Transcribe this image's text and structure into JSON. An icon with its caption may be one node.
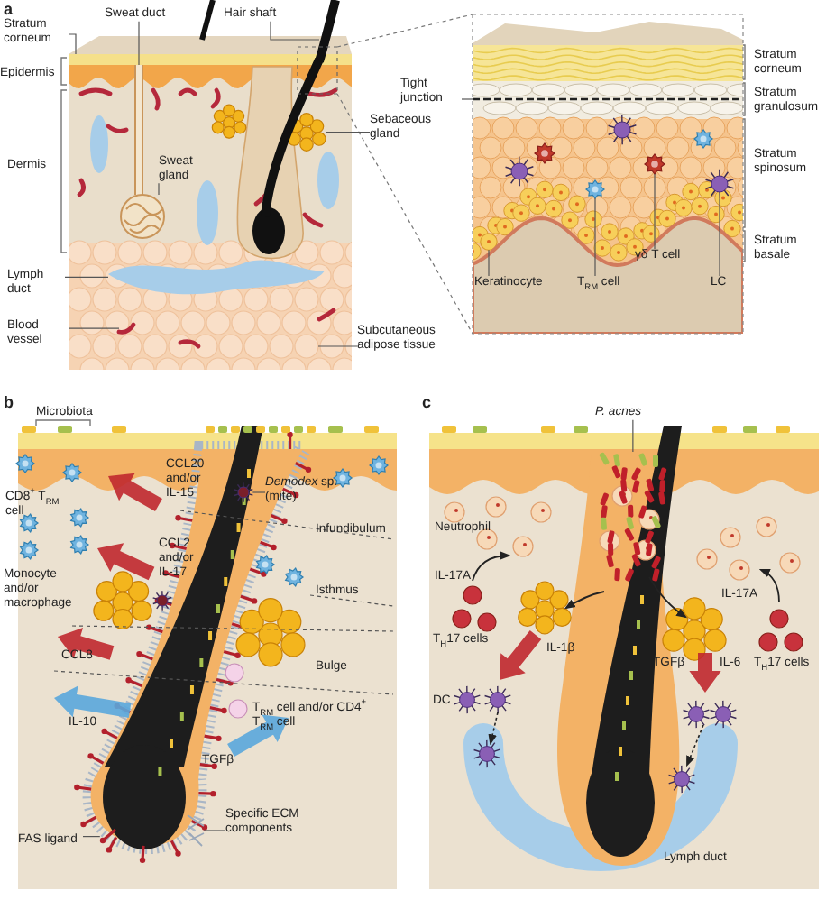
{
  "diagram": {
    "nodes": [
      {
        "text": [
          "Stratum corneum"
        ]
      },
      {
        "text": [
          "Sweat duct"
        ]
      },
      {
        "text": [
          "Hair shaft"
        ]
      },
      {
        "text": [
          "Sebaceous gland"
        ]
      },
      {
        "text": [
          "Sweat gland"
        ]
      },
      {
        "text": [
          "Lymph duct"
        ]
      },
      {
        "text": [
          "Blood vessel"
        ]
      },
      {
        "text": [
          "Subcutaneous adipose tissue"
        ]
      },
      {
        "text": [
          "Tight junction"
        ]
      },
      {
        "text": [
          "Keratinocyte"
        ]
      },
      {
        "text": [
          "T$_{RM}$ cell"
        ]
      },
      {
        "text": [
          "γδ T cell"
        ]
      },
      {
        "text": [
          "LC"
        ]
      },
      {
        "text": [
          "*Demodex* sp. (mite)"
        ]
      },
      {
        "text": [
          "Specific ECM components"
        ]
      },
      {
        "text": [
          "FAS ligand"
        ]
      },
      {
        "text": [
          "P. acnes"
        ]
      },
      {
        "text": [],
        "shape": "bar"
      },
      {
        "text": [],
        "shape": "picture"
      },
      {
        "text": [],
        "shape": "picture"
      },
      {
        "text": [],
        "shape": "picture"
      },
      {
        "text": [],
        "shape": "picture"
      },
      {
        "text": [],
        "shape": "picture"
      },
      {
        "text": [],
        "shape": "picture"
      },
      {
        "text": [],
        "shape": "circle"
      },
      {
        "text": [],
        "shape": "picture"
      },
      {
        "text": [],
        "shape": "circle"
      },
      {
        "text": [],
        "shape": "picture"
      },
      {
        "text": [],
        "shape": "picture"
      },
      {
        "text": [],
        "shape": "picture"
      },
      {
        "text": [],
        "shape": "picture"
      },
      {
        "text": [],
        "shape": "picture"
      },
      {
        "text": [],
        "shape": "picture"
      },
      {
        "text": [],
        "shape": "picture"
      }
    ],
    "edges": [
      {
        "from": 0,
        "to": 17,
        "arrow": "none"
      },
      {
        "from": 1,
        "to": 18,
        "arrow": "none"
      },
      {
        "from": 2,
        "to": 19,
        "arrow": "none"
      },
      {
        "from": 3,
        "to": 20,
        "arrow": "none"
      },
      {
        "from": 4,
        "to": 21,
        "arrow": "none"
      },
      {
        "from": 5,
        "to": 22,
        "arrow": "none"
      },
      {
        "from": 6,
        "to": 23,
        "arrow": "none"
      },
      {
        "from": 7,
        "to": 24,
        "arrow": "none"
      },
      {
        "from": 8,
        "to": 25,
        "arrow": "none"
      },
      {
        "from": 9,
        "to": 26,
        "arrow": "none"
      },
      {
        "from": 10,
        "to": 27,
        "arrow": "none"
      },
      {
        "from": 11,
        "to": 28,
        "arrow": "none"
      },
      {
        "from": 12,
        "to": 29,
        "arrow": "none"
      },
      {
        "from": 13,
        "to": 30,
        "arrow": "none"
      },
      {
        "from": 14,
        "to": 31,
        "arrow": "none"
      },
      {
        "from": 15,
        "to": 32,
        "arrow": "none"
      },
      {
        "from": 16,
        "to": 33,
        "arrow": "none"
      }
    ],
    "labels": [
      "a",
      "Epidermis",
      "Dermis",
      "Stratum corneum",
      "Stratum granulosum",
      "Stratum spinosum",
      "Stratum basale",
      "b",
      "Microbiota",
      "CD8$^{+}$ T$_{RM}$ cell",
      "CCL20 and/or IL-15",
      "CCL2 and/or IL-17",
      "Monocyte and/or macrophage",
      "Infundibulum",
      "Isthmus",
      "CCL8",
      "Bulge",
      "IL-10",
      "T$_{RM}$ cell and/or CD4$^{+}$ T$_{RM}$ cell",
      "TGFβ",
      "c",
      "Neutrophil",
      "IL-17A",
      "T$_{H}$17 cells",
      "IL-1β",
      "TGFβ",
      "IL-6",
      "IL-17A",
      "T$_{H}$17 cells",
      "DC",
      "Lymph duct"
    ]
  }
}
